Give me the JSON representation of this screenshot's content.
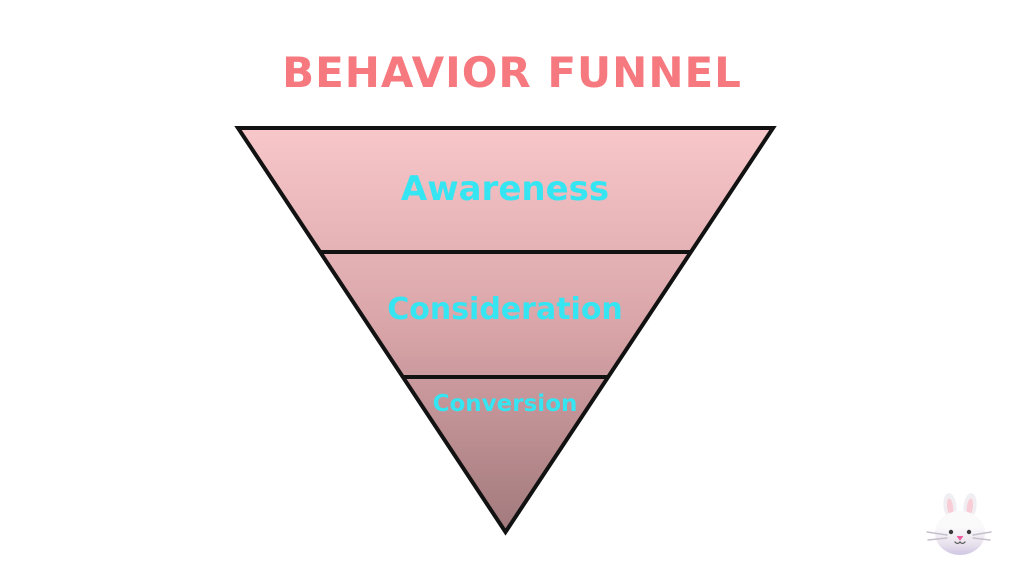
{
  "title": "BEHAVIOR FUNNEL",
  "funnel": {
    "type": "inverted-pyramid",
    "stages": [
      {
        "label": "Awareness"
      },
      {
        "label": "Consideration"
      },
      {
        "label": "Conversion"
      }
    ]
  },
  "colors": {
    "title": "#f6797f",
    "stage_label": "#35e5f2",
    "funnel_gradient_top": "#f8c7c9",
    "funnel_gradient_mid": "#d8a4a8",
    "funnel_gradient_bottom": "#a27a7d",
    "outline": "#121212",
    "background": "#ffffff"
  },
  "icons": {
    "bunny": "bunny-face-icon"
  }
}
